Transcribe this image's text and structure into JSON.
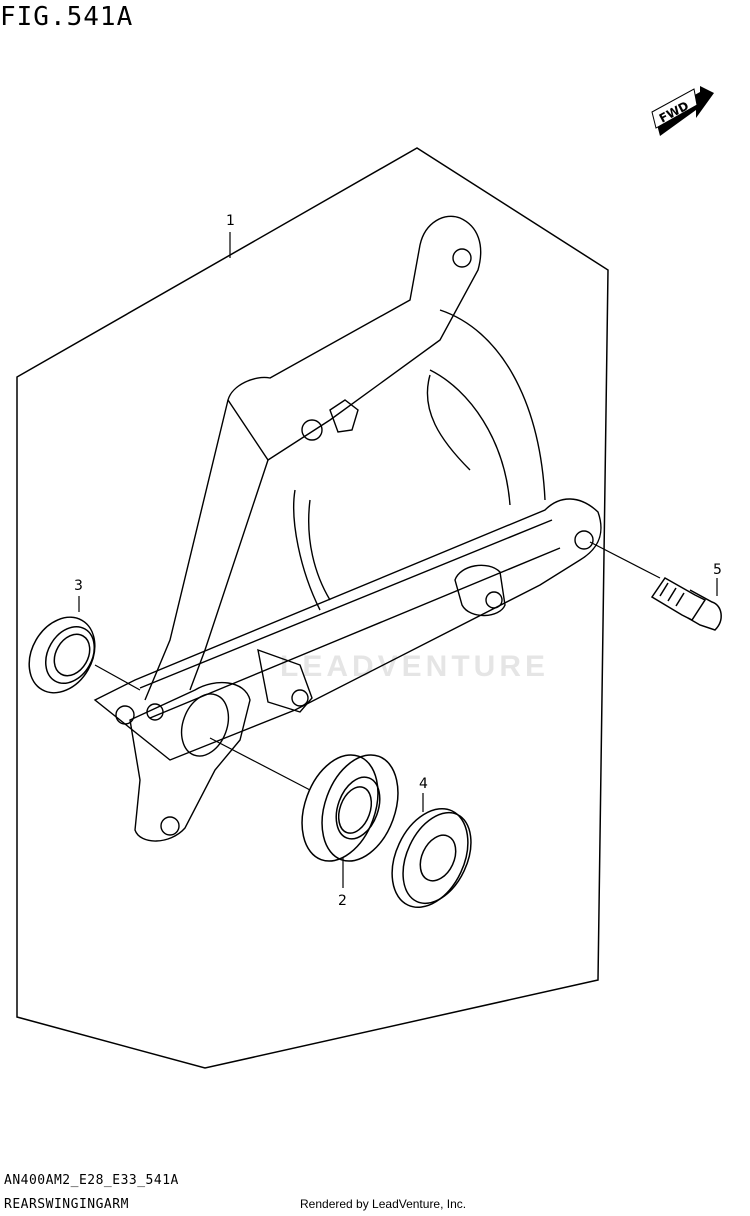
{
  "figure": {
    "title": "FIG.541A"
  },
  "direction_badge": {
    "label": "FWD"
  },
  "callouts": {
    "part_1": "1",
    "part_2": "2",
    "part_3": "3",
    "part_4": "4",
    "part_5": "5"
  },
  "footer": {
    "model_code": "AN400AM2_E28_E33_541A",
    "caption": "REARSWINGINGARM",
    "rendered_by": "Rendered by LeadVenture, Inc."
  },
  "watermark": {
    "text": "LEADVENTURE"
  }
}
